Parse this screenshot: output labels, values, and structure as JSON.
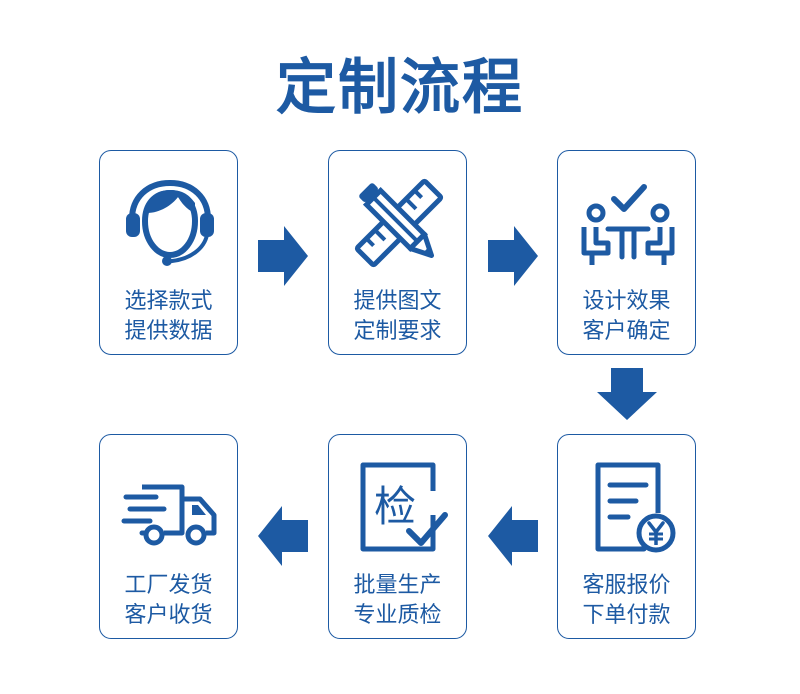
{
  "title": "定制流程",
  "colors": {
    "primary": "#1d5aa3"
  },
  "steps": [
    {
      "icon": "customer-service-headset-icon",
      "line1": "选择款式",
      "line2": "提供数据"
    },
    {
      "icon": "ruler-pencil-icon",
      "line1": "提供图文",
      "line2": "定制要求"
    },
    {
      "icon": "team-approval-icon",
      "line1": "设计效果",
      "line2": "客户确定"
    },
    {
      "icon": "invoice-yen-icon",
      "line1": "客服报价",
      "line2": "下单付款"
    },
    {
      "icon": "inspection-check-icon",
      "icon_text": "检",
      "line1": "批量生产",
      "line2": "专业质检"
    },
    {
      "icon": "delivery-truck-icon",
      "line1": "工厂发货",
      "line2": "客户收货"
    }
  ]
}
